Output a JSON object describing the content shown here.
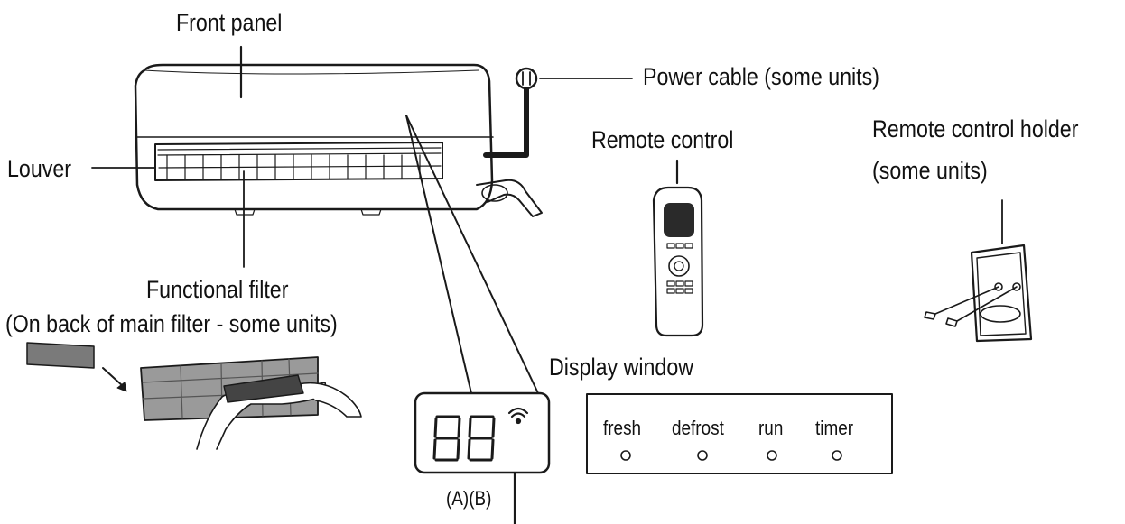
{
  "labels": {
    "front_panel": "Front panel",
    "power_cable": "Power cable (some units)",
    "remote_control": "Remote control",
    "remote_holder_line1": "Remote control holder",
    "remote_holder_line2": "(some units)",
    "louver": "Louver",
    "functional_filter_line1": "Functional filter",
    "functional_filter_line2": "(On back of main filter - some units)",
    "display_window": "Display window",
    "ab": "(A)(B)"
  },
  "display_indicators": [
    "fresh",
    "defrost",
    "run",
    "timer"
  ],
  "digits": "88",
  "icons": {
    "wifi": "wifi-icon"
  },
  "colors": {
    "line": "#1a1a1a",
    "filter_fill": "#7a7a7a",
    "remote_screen": "#2a2a2a"
  }
}
